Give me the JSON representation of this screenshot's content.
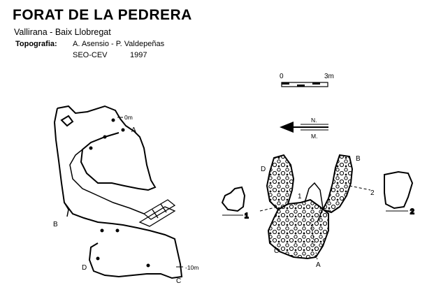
{
  "header": {
    "title": "FORAT DE LA PEDRERA",
    "subtitle": "Vallirana - Baix Llobregat",
    "topography_label": "Topografia:",
    "topography_authors": "A. Asensio - P. Valdepeñas",
    "organization": "SEO-CEV",
    "year": "1997"
  },
  "scale_bar": {
    "start_label": "0",
    "end_label": "3m"
  },
  "north_arrow": {
    "n_label": "N.",
    "m_label": "M."
  },
  "section": {
    "labels": {
      "top_depth": "0m",
      "bottom_depth": "-10m",
      "a": "A",
      "b": "B",
      "c": "C",
      "d": "D"
    }
  },
  "plan": {
    "labels": {
      "a": "A",
      "b": "B",
      "c": "C",
      "d": "D",
      "cut1": "1",
      "cut2": "2"
    }
  },
  "cross_sections": {
    "section1_label": "1",
    "section2_label": "2"
  }
}
